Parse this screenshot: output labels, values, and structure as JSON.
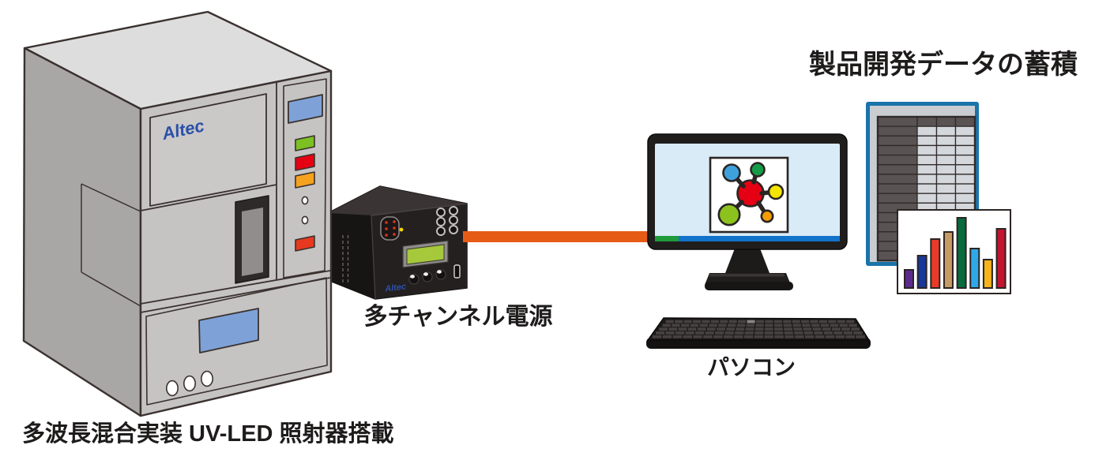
{
  "diagram": {
    "machine": {
      "logo": "Altec",
      "caption": "多波長混合実装 UV-LED 照射器搭載"
    },
    "power_supply": {
      "logo": "Altec",
      "caption": "多チャンネル電源"
    },
    "pc": {
      "caption": "パソコン"
    },
    "data_accumulation": {
      "title": "製品開発データの蓄積",
      "spreadsheet": {
        "rows": 15,
        "columns": 4,
        "cell_dark": "#595353",
        "cell_light": "#d4d7db",
        "grid_line": "#302a2a",
        "border_blue": "#1a74a9"
      },
      "chart": {
        "type": "bar",
        "values": [
          23,
          41,
          62,
          71,
          89,
          50,
          36,
          75
        ],
        "colors": [
          "#5b2a8e",
          "#16389b",
          "#e83a28",
          "#c79b63",
          "#086b3d",
          "#2fa8e8",
          "#f5b31c",
          "#c4142e"
        ],
        "bar_outline": "#2b2423"
      }
    },
    "colors": {
      "cable_orange": "#e65c17",
      "machine_front_gray": "#c6c3c3",
      "machine_left_gray": "#a9a6a6",
      "machine_top_gray": "#dedddd",
      "display_blue": "#7ea2d8",
      "lcd_green": "#a5c93b",
      "screen_blue": "#d9ebf7",
      "taskbar_blue": "#1173c9",
      "taskbar_green": "#1f9b3c",
      "lamp_green": "#7cc122",
      "lamp_red": "#e60013",
      "lamp_orange": "#f6a21f"
    }
  }
}
